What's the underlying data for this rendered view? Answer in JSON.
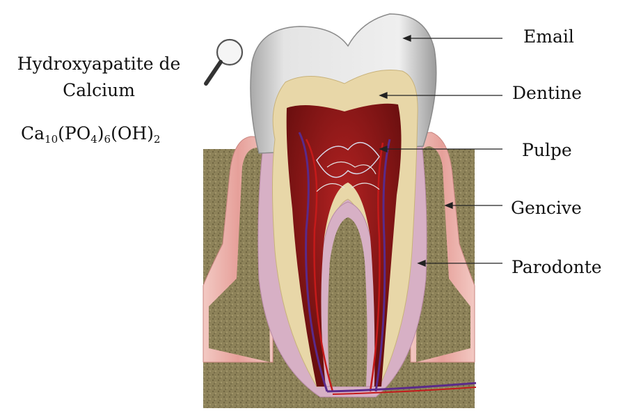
{
  "labels": {
    "email": "Email",
    "dentine": "Dentine",
    "pulpe": "Pulpe",
    "gencive": "Gencive",
    "parodonte": "Parodonte"
  },
  "mineral": {
    "line1": "Hydroxyapatite de",
    "line2": "Calcium",
    "formula": {
      "ca": "Ca",
      "ca_sub": "10",
      "po4_open": "(PO",
      "po4_sub": "4",
      "po4_close": ")",
      "po4_count": "6",
      "oh": "(OH)",
      "oh_sub": "2"
    }
  },
  "icons": {
    "magnifier": "magnifier-icon"
  },
  "colors": {
    "enamel": "#dedede",
    "dentine": "#e7d6a6",
    "pulp": "#8b1414",
    "gum": "#e6a7a2",
    "bone": "#8a7f56",
    "periodontal": "#d9b3c6",
    "vein": "#5a2a8a",
    "artery": "#c41a1a"
  }
}
